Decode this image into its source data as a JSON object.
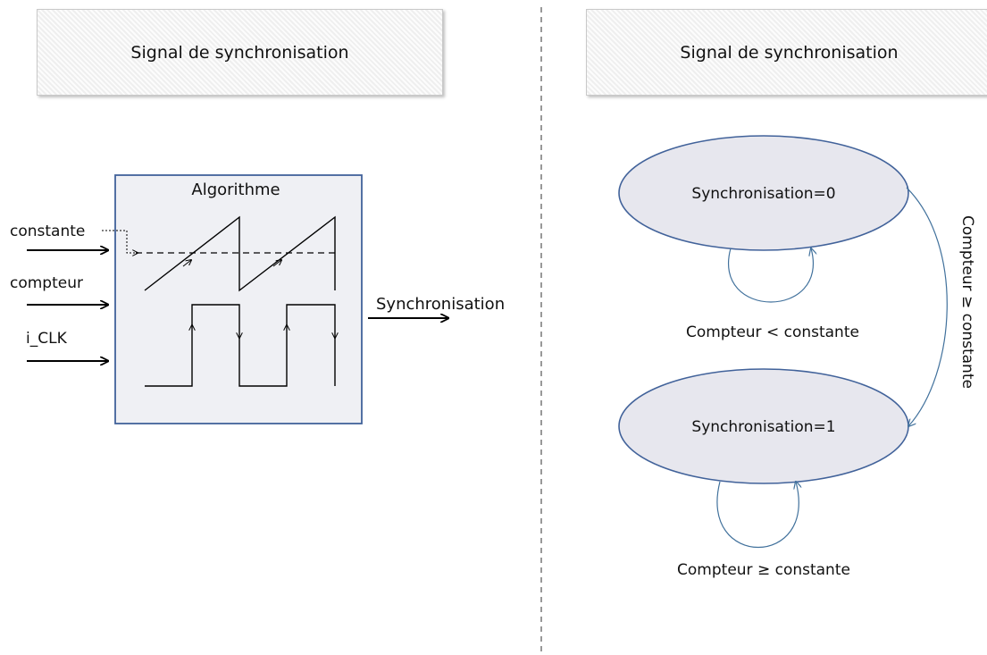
{
  "left_panel": {
    "title": "Signal de synchronisation",
    "block_title": "Algorithme",
    "inputs": [
      "constante",
      "compteur",
      "i_CLK"
    ],
    "output": "Synchronisation"
  },
  "right_panel": {
    "title": "Signal de synchronisation",
    "states": [
      "Synchronisation=0",
      "Synchronisation=1"
    ],
    "transitions": {
      "self_loop_state0": "Compteur < constante",
      "self_loop_state1": "Compteur ≥ constante",
      "state0_to_state1": "Compteur ≥ constante"
    }
  },
  "colors": {
    "block_fill": "#eff0f4",
    "block_stroke": "#41629a",
    "state_fill": "#e7e7ee",
    "state_stroke": "#41629a",
    "arc_stroke": "#41719c"
  }
}
